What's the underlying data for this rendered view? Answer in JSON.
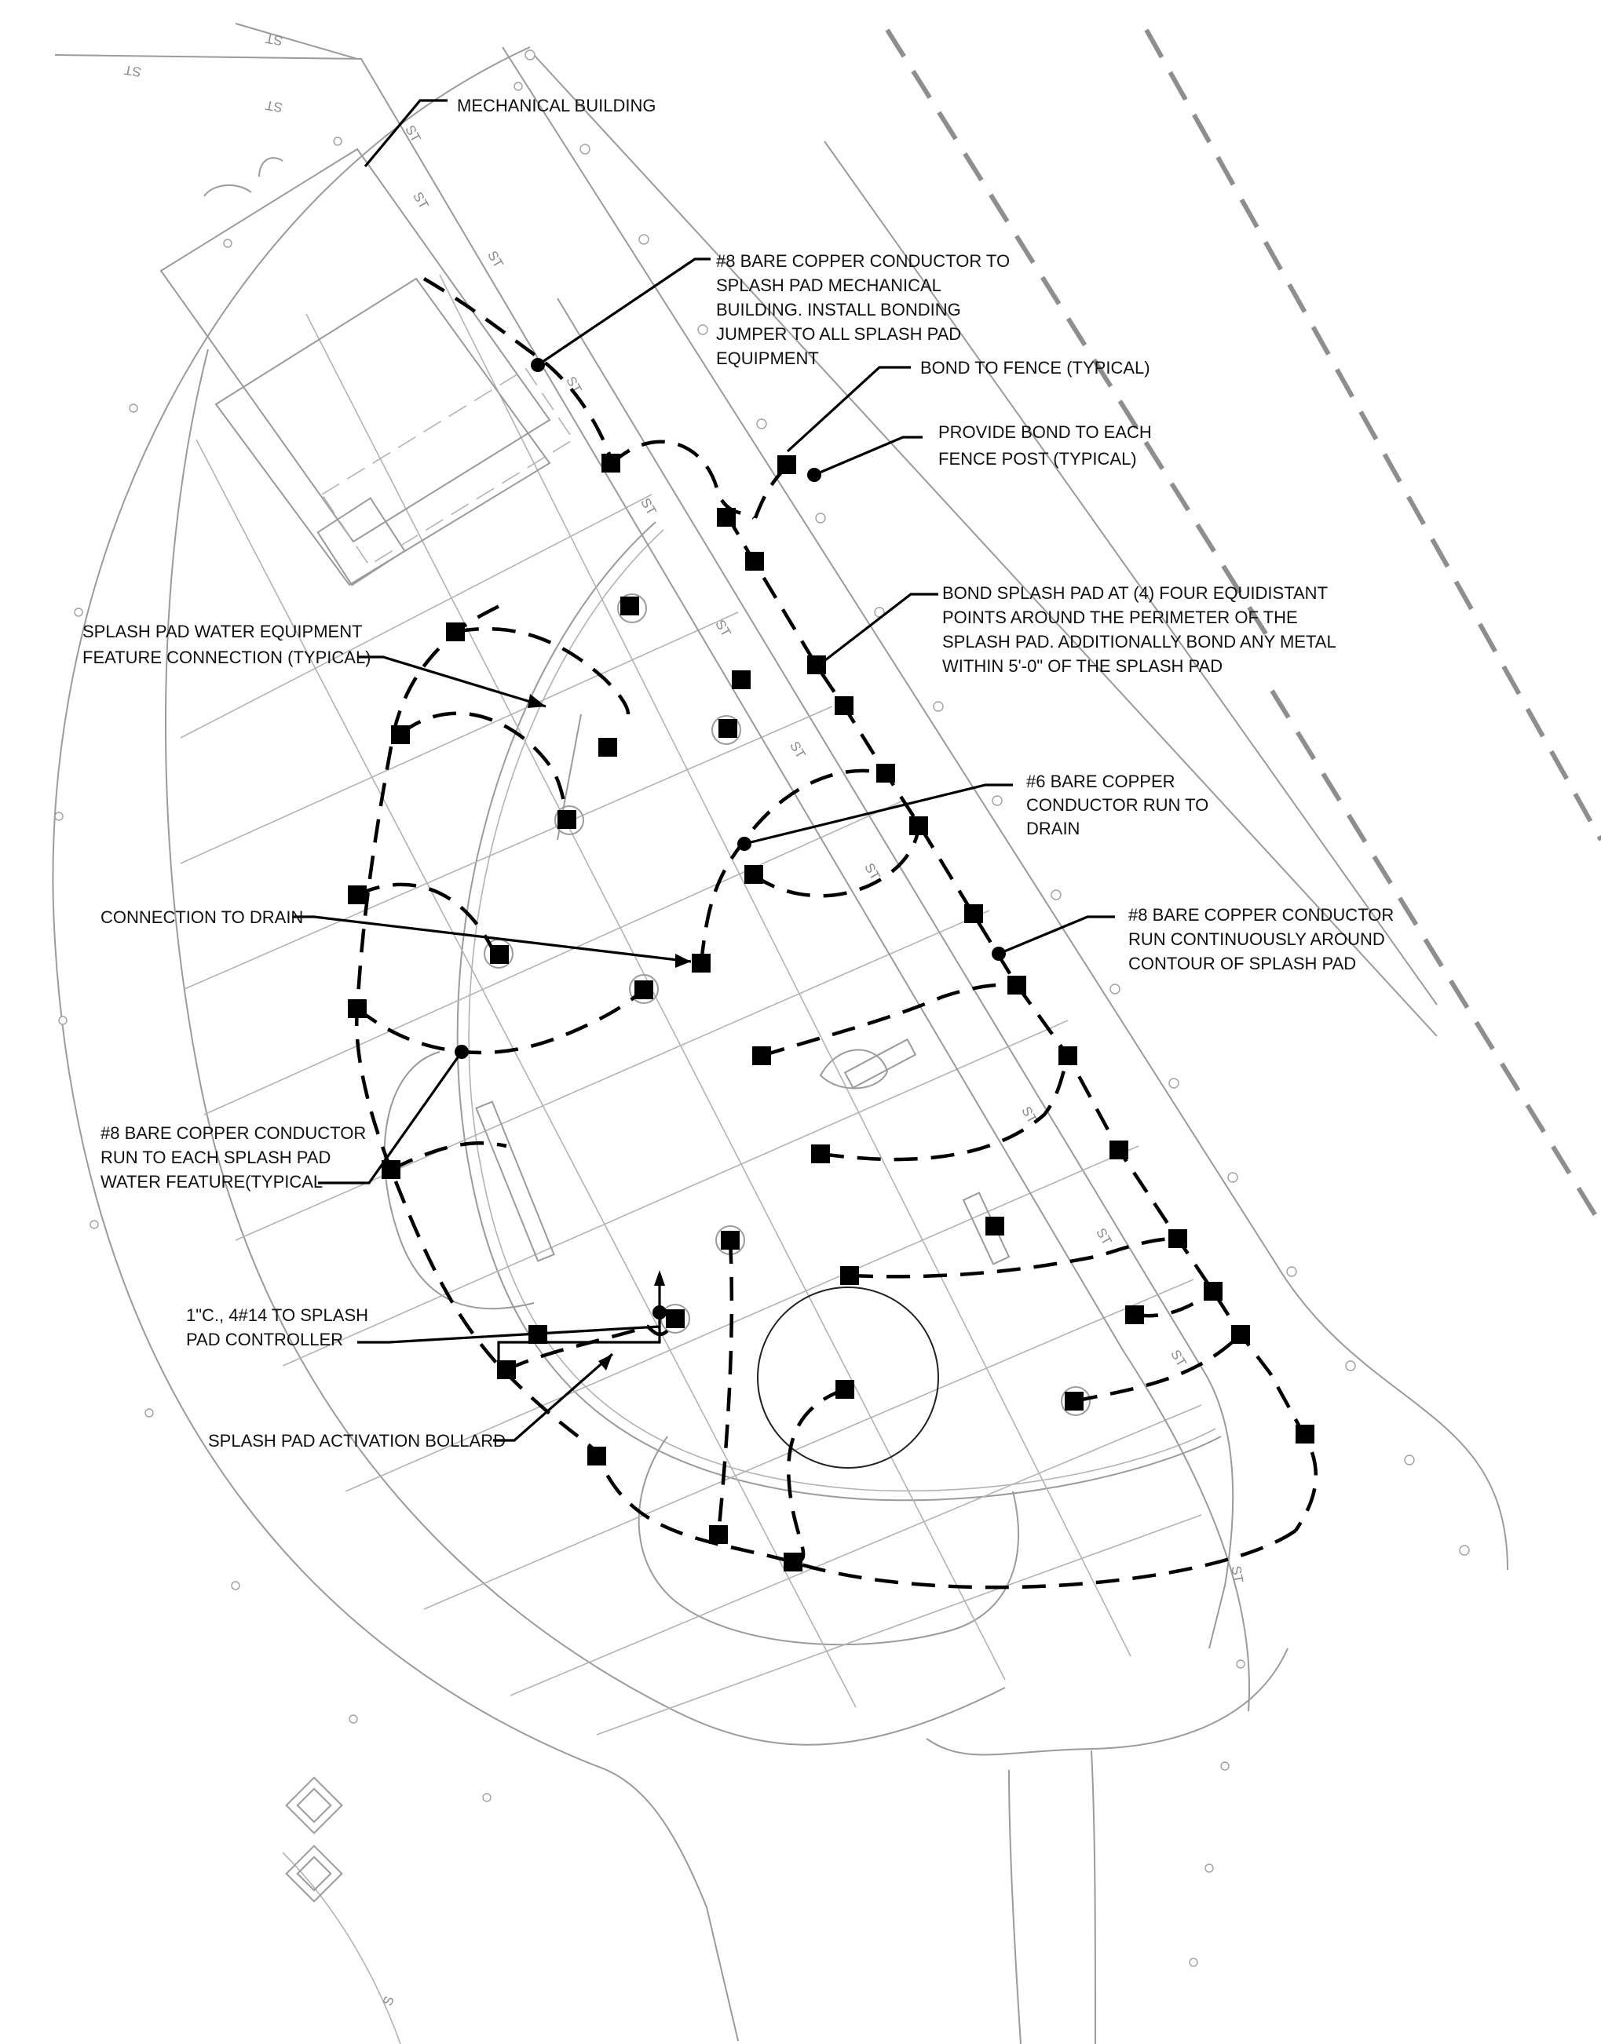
{
  "labels": {
    "mechanical_building": "MECHANICAL BUILDING",
    "copper_to_building": [
      "#8 BARE COPPER CONDUCTOR TO",
      "SPLASH PAD MECHANICAL",
      "BUILDING. INSTALL BONDING",
      "JUMPER TO ALL SPLASH PAD",
      "EQUIPMENT"
    ],
    "bond_to_fence": "BOND TO FENCE (TYPICAL)",
    "bond_fence_post": [
      "PROVIDE BOND TO EACH",
      "FENCE POST (TYPICAL)"
    ],
    "bond_equidistant": [
      "BOND SPLASH PAD AT (4) FOUR EQUIDISTANT",
      "POINTS AROUND THE PERIMETER OF THE",
      "SPLASH PAD. ADDITIONALLY BOND ANY METAL",
      "WITHIN 5'-0\" OF THE SPLASH PAD"
    ],
    "water_equipment": [
      "SPLASH PAD WATER EQUIPMENT",
      "FEATURE CONNECTION (TYPICAL)"
    ],
    "copper_to_drain": [
      "#6 BARE COPPER",
      "CONDUCTOR RUN TO",
      "DRAIN"
    ],
    "connection_to_drain": "CONNECTION TO DRAIN",
    "copper_contour": [
      "#8 BARE COPPER CONDUCTOR",
      "RUN CONTINUOUSLY AROUND",
      "CONTOUR OF SPLASH PAD"
    ],
    "copper_water_feature": [
      "#8 BARE COPPER CONDUCTOR",
      "RUN TO EACH SPLASH PAD",
      "WATER FEATURE(TYPICAL"
    ],
    "conduit_controller": [
      "1\"C., 4#14 TO SPLASH",
      "PAD CONTROLLER"
    ],
    "activation_bollard": "SPLASH PAD ACTIVATION BOLLARD"
  },
  "line_tags": {
    "storm": "ST",
    "sewer": "S"
  }
}
